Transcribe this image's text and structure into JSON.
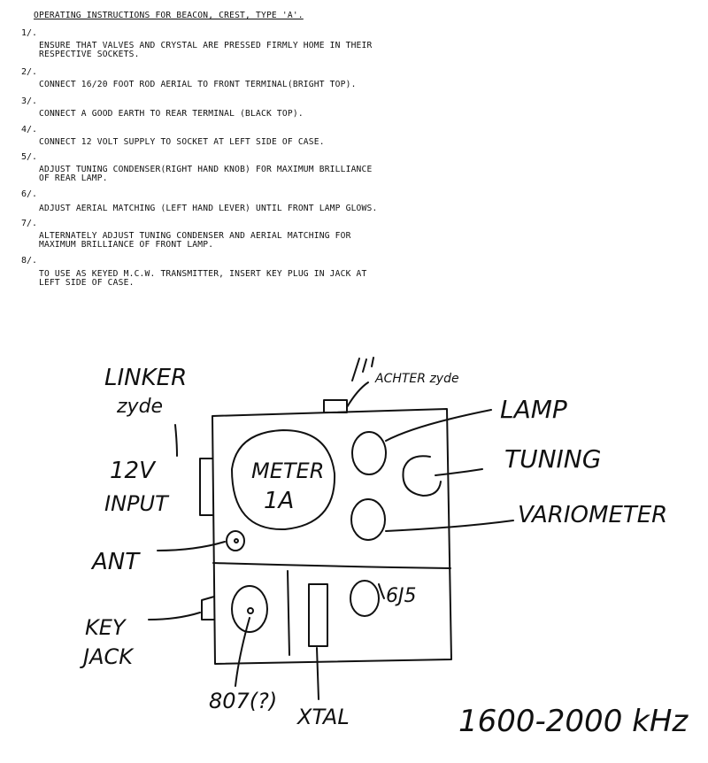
{
  "title": "OPERATING INSTRUCTIONS FOR BEACON, CREST, TYPE 'A'.",
  "instructions": [
    {
      "num": "1/.",
      "lines": [
        "ENSURE THAT VALVES AND CRYSTAL ARE PRESSED FIRMLY HOME IN THEIR",
        "RESPECTIVE SOCKETS."
      ]
    },
    {
      "num": "2/.",
      "lines": [
        "CONNECT 16/20 FOOT ROD AERIAL TO FRONT TERMINAL(BRIGHT TOP)."
      ]
    },
    {
      "num": "3/.",
      "lines": [
        "CONNECT A GOOD EARTH TO REAR TERMINAL (BLACK TOP)."
      ]
    },
    {
      "num": "4/.",
      "lines": [
        "CONNECT 12 VOLT SUPPLY TO SOCKET AT LEFT SIDE OF CASE."
      ]
    },
    {
      "num": "5/.",
      "lines": [
        "ADJUST TUNING CONDENSER(RIGHT HAND KNOB) FOR MAXIMUM BRILLIANCE",
        "OF REAR LAMP."
      ]
    },
    {
      "num": "6/.",
      "lines": [
        "ADJUST AERIAL MATCHING (LEFT HAND LEVER) UNTIL FRONT LAMP GLOWS."
      ]
    },
    {
      "num": "7/.",
      "lines": [
        "ALTERNATELY ADJUST TUNING CONDENSER AND AERIAL MATCHING FOR",
        "MAXIMUM BRILLIANCE OF FRONT LAMP."
      ]
    },
    {
      "num": "8/.",
      "lines": [
        "TO USE AS KEYED M.C.W. TRANSMITTER, INSERT KEY PLUG IN JACK AT",
        "LEFT SIDE OF CASE."
      ]
    }
  ],
  "sketch": {
    "linker": "LINKER",
    "linker_sub": "zyde",
    "achter": "ACHTER zyde",
    "lamp": "LAMP",
    "tuning": "TUNING",
    "variometer": "VARIOMETER",
    "meter": "METER",
    "meter_sub": "1A",
    "input_12v": "12V",
    "input": "INPUT",
    "ant": "ANT",
    "key": "KEY",
    "jack": "JACK",
    "valve_6j5": "6J5",
    "valve_807": "807(?)",
    "xtal": "XTAL",
    "frequency": "1600-2000 kHz"
  }
}
